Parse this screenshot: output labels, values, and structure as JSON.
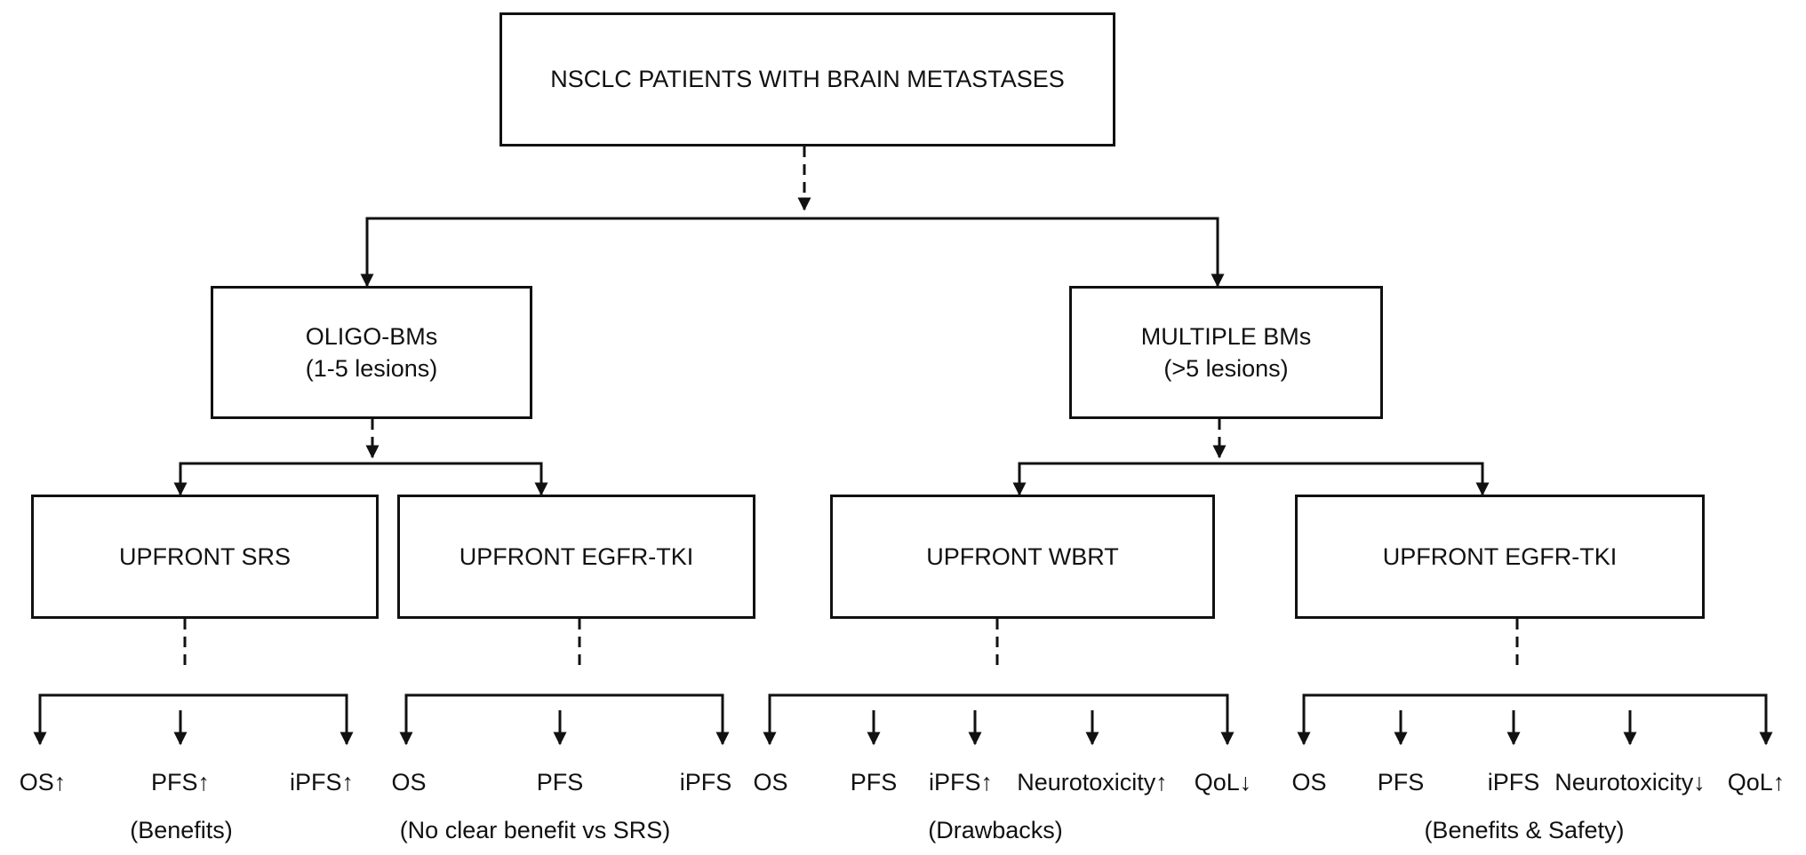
{
  "root": {
    "label": "NSCLC PATIENTS WITH BRAIN METASTASES"
  },
  "branches": [
    {
      "title": "OLIGO-BMs",
      "subtitle": "(1-5 lesions)",
      "treatments": [
        {
          "label": "UPFRONT SRS",
          "outcomes": [
            "OS↑",
            "PFS↑",
            "iPFS↑"
          ],
          "note": "(Benefits)"
        },
        {
          "label": "UPFRONT EGFR-TKI",
          "outcomes": [
            "OS",
            "PFS",
            "iPFS"
          ],
          "note": "(No clear benefit vs SRS)"
        }
      ]
    },
    {
      "title": "MULTIPLE BMs",
      "subtitle": "(>5 lesions)",
      "treatments": [
        {
          "label": "UPFRONT WBRT",
          "outcomes": [
            "OS",
            "PFS",
            "iPFS↑",
            "Neurotoxicity↑",
            "QoL↓"
          ],
          "note": "(Drawbacks)"
        },
        {
          "label": "UPFRONT EGFR-TKI",
          "outcomes": [
            "OS",
            "PFS",
            "iPFS",
            "Neurotoxicity↓",
            "QoL↑"
          ],
          "note": "(Benefits & Safety)"
        }
      ]
    }
  ]
}
